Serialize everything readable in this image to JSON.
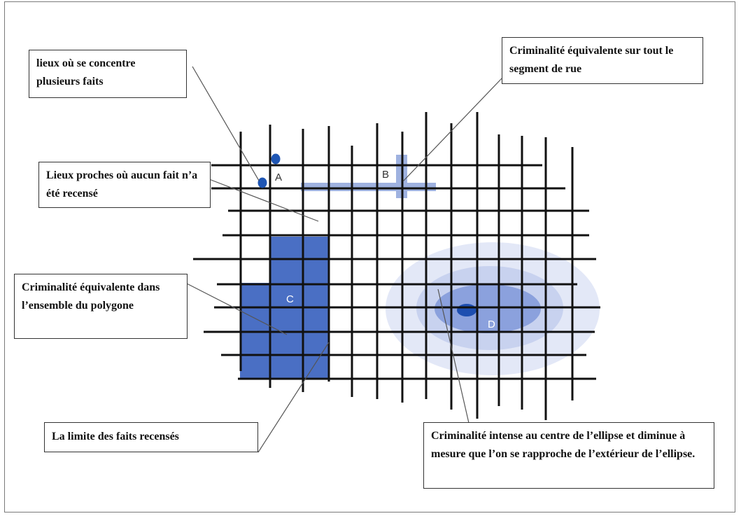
{
  "callouts": {
    "concentration": "lieux où se concentre plusieurs faits",
    "segment": "Criminalité équivalente sur tout le segment de rue",
    "no_fact": "Lieux proches où aucun fait n’a été recensé",
    "polygon": "Criminalité équivalente dans l’ensemble du polygone",
    "limit": "La limite des faits recensés",
    "ellipse": "Criminalité intense au centre de l’ellipse et diminue à mesure que l’on se rapproche de l’extérieur de l’ellipse."
  },
  "markers": {
    "a": "A",
    "b": "B",
    "c": "C",
    "d": "D"
  },
  "colors": {
    "grid": "#111111",
    "point": "#1f56b4",
    "segment": "#9fb2e0",
    "polygon": "#4a6fc4",
    "ellipse_outer": "#e3e8f7",
    "ellipse_2": "#c8d2ef",
    "ellipse_3": "#8ba1dd",
    "ellipse_core": "#1d4eb0"
  }
}
